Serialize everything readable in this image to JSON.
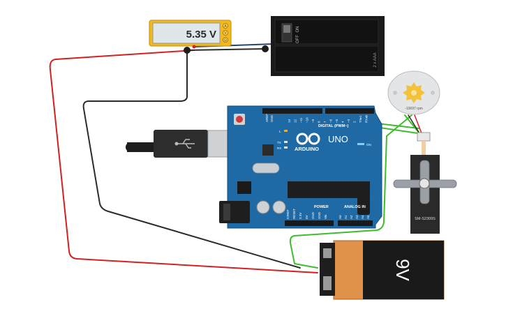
{
  "multimeter": {
    "reading": "5.35 V",
    "mode_glyphs": [
      "A",
      "V",
      "Ω"
    ]
  },
  "battery_pack": {
    "switch_on": "ON",
    "switch_off": "OFF",
    "cells_label": "2 x AAA"
  },
  "arduino": {
    "brand": "ARDUINO",
    "model": "UNO",
    "digital_header": "DIGITAL (PWM~)",
    "power_header": "POWER",
    "analog_header": "ANALOG IN",
    "on_label": "ON",
    "tx_label": "TX",
    "rx_label": "RX",
    "l_label": "L",
    "aref_label": "AREF",
    "gnd_label": "GND",
    "digital_pins": [
      "13",
      "12",
      "~11",
      "~10",
      "~9",
      "8",
      "7",
      "~6",
      "~5",
      "4",
      "~3",
      "2",
      "TX▸1",
      "RX◂0"
    ],
    "power_pins": [
      "IOREF",
      "RESET",
      "3.3V",
      "5V",
      "GND",
      "GND",
      "Vin"
    ],
    "analog_pins": [
      "A0",
      "A1",
      "A2",
      "A3",
      "A4",
      "A5"
    ]
  },
  "motor": {
    "rpm_label": "-10697 rpm"
  },
  "servo": {
    "model_label": "SM-S2309S"
  },
  "battery_9v": {
    "label": "9V"
  },
  "colors": {
    "wire_red": "#d42020",
    "wire_black": "#2b2b2b",
    "wire_green": "#3dbd2d",
    "arduino_board": "#1f6aa5",
    "multimeter_body": "#f2b81c",
    "battery_9v_body": "#e0914a"
  }
}
